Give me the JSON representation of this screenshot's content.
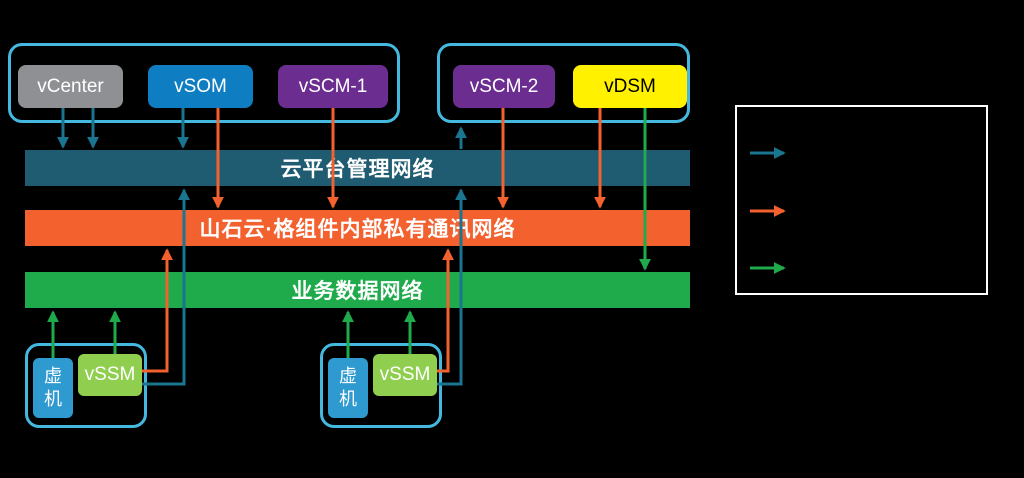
{
  "colors": {
    "management_bar": "#1F5B71",
    "management_arrow": "#1A7591",
    "private": "#F2612E",
    "business": "#1FAA4B",
    "group_border": "#45B8E0",
    "vcenter_bg": "#8E9093",
    "vsom_bg": "#0F7DC2",
    "vscm_bg": "#6B2D90",
    "vdsm_bg": "#FFF100",
    "vm_bg": "#2F9AD0",
    "vssm_bg": "#8FCE4E",
    "legend_border": "#FFFFFF",
    "bar_text": "#FFFFFF"
  },
  "nodes": {
    "vcenter": "vCenter",
    "vsom": "vSOM",
    "vscm1": "vSCM-1",
    "vscm2": "vSCM-2",
    "vdsm": "vDSM",
    "vm1": "虚机",
    "vssm1": "vSSM",
    "vm2": "虚机",
    "vssm2": "vSSM"
  },
  "networks": {
    "management": "云平台管理网络",
    "private": "山石云·格组件内部私有通讯网络",
    "business": "业务数据网络"
  },
  "legend": {
    "arrows": [
      {
        "name": "management-traffic-arrow",
        "color": "#1A7591"
      },
      {
        "name": "private-traffic-arrow",
        "color": "#F2612E"
      },
      {
        "name": "business-traffic-arrow",
        "color": "#1FAA4B"
      }
    ]
  }
}
